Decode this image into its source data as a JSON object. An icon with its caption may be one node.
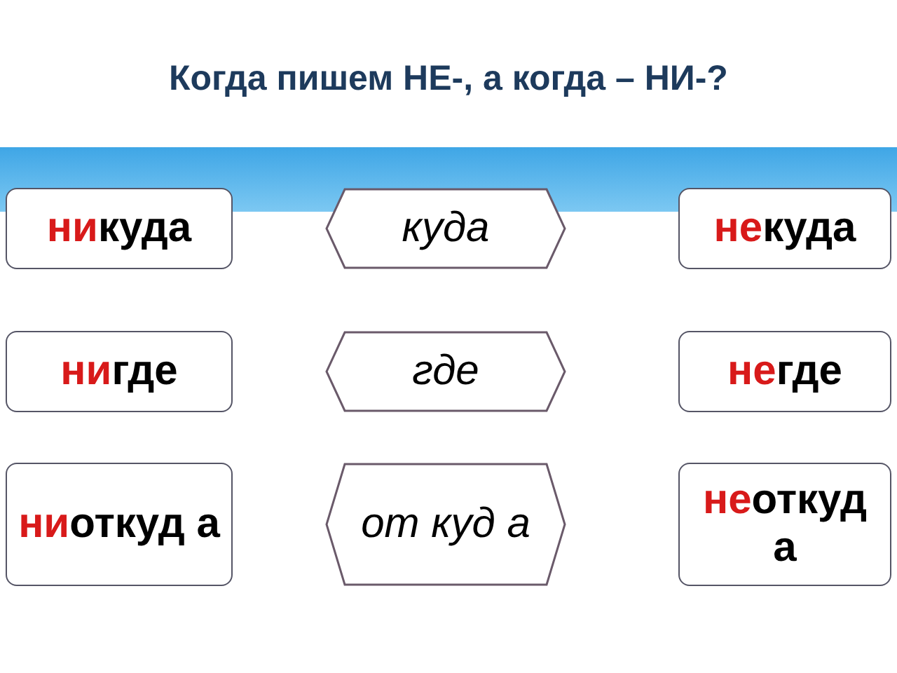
{
  "diagram": {
    "title": "Когда пишем НЕ-, а когда – НИ-?",
    "nodes": [
      {
        "text": [
          "ни",
          "куда"
        ]
      },
      {
        "text": [
          "куда"
        ]
      },
      {
        "text": [
          "не",
          "куда"
        ]
      },
      {
        "text": [
          "ни",
          "где"
        ]
      },
      {
        "text": [
          "где"
        ]
      },
      {
        "text": [
          "не",
          "где"
        ]
      },
      {
        "text": [
          "ни",
          "откуд а"
        ]
      },
      {
        "text": [
          "от куд а"
        ]
      },
      {
        "text": [
          "не",
          "откуд а"
        ]
      }
    ],
    "edges": []
  }
}
